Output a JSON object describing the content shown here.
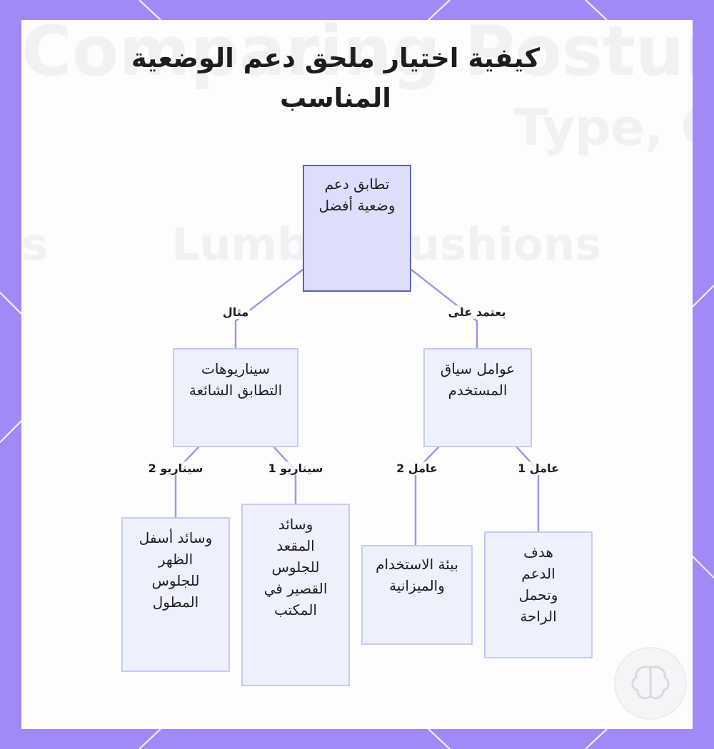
{
  "title": "كيفية اختيار ملحق دعم الوضعية المناسب",
  "background_text": {
    "line1": "Comparing Postur",
    "line2": "Type, Co",
    "line3": "Lumbar Cushions",
    "line4": "s"
  },
  "colors": {
    "frame": "#a28af6",
    "node_fill": "#eff0fe",
    "node_border": "#c5cbf3",
    "root_fill": "#dcdefb",
    "root_border": "#5b63b8",
    "edge": "#a991ea"
  },
  "nodes": {
    "root": "تطابق دعم وضعية أفضل",
    "scenarios": "سيناريوهات التطابق الشائعة",
    "factors": "عوامل سياق المستخدم",
    "lumbar": "وسائد أسفل الظهر للجلوس المطول",
    "seat": "وسائد المقعد للجلوس القصير في المكتب",
    "environment": "بيئة الاستخدام والميزانية",
    "goal": "هدف الدعم وتحمل الراحة"
  },
  "edge_labels": {
    "example": "مثال",
    "depends_on": "يعتمد على",
    "scenario_2": "سيناريو 2",
    "scenario_1": "سيناريو 1",
    "factor_2": "عامل 2",
    "factor_1": "عامل 1"
  },
  "badge_icon": "brain-logo-icon"
}
